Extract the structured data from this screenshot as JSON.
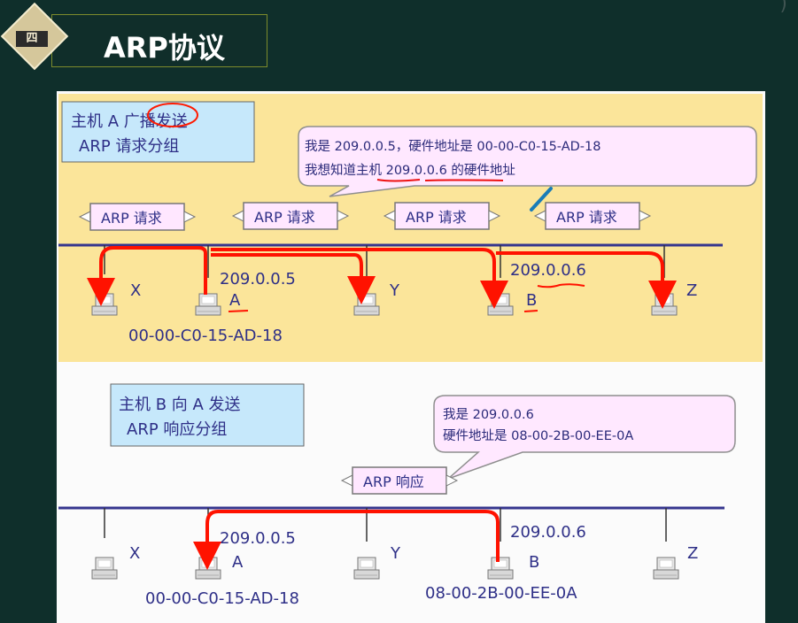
{
  "header": {
    "section_number": "四",
    "title": "ARP协议"
  },
  "top": {
    "caption_line1": "主机 A 广播发送",
    "caption_line2": "ARP 请求分组",
    "speech_line1": "我是 209.0.0.5，硬件地址是 00-00-C0-15-AD-18",
    "speech_line2": "我想知道主机 209.0.0.6 的硬件地址",
    "packet_label": "ARP 请求",
    "hosts": {
      "x": "X",
      "a": "A",
      "y": "Y",
      "b": "B",
      "z": "Z"
    },
    "a_ip": "209.0.0.5",
    "b_ip": "209.0.0.6",
    "a_mac": "00-00-C0-15-AD-18"
  },
  "bottom": {
    "caption_line1": "主机 B 向 A 发送",
    "caption_line2": "ARP 响应分组",
    "speech_line1": "我是 209.0.0.6",
    "speech_line2": "硬件地址是 08-00-2B-00-EE-0A",
    "packet_label": "ARP 响应",
    "hosts": {
      "x": "X",
      "a": "A",
      "y": "Y",
      "b": "B",
      "z": "Z"
    },
    "a_ip": "209.0.0.5",
    "b_ip": "209.0.0.6",
    "a_mac": "00-00-C0-15-AD-18",
    "b_mac": "08-00-2B-00-EE-0A"
  }
}
